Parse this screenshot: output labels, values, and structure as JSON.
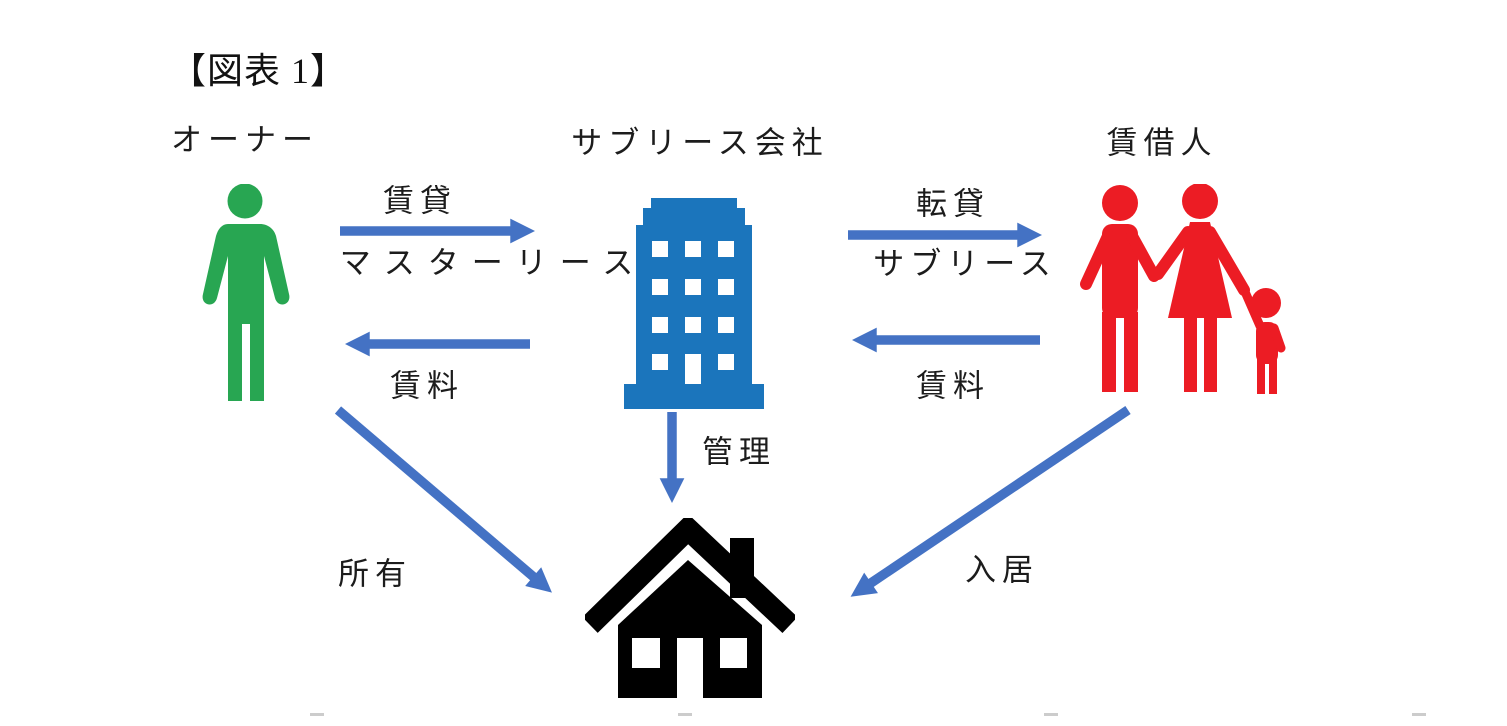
{
  "title": "【図表 1】",
  "colors": {
    "arrow": "#4472C4",
    "owner": "#28A652",
    "company": "#1B75BC",
    "tenant": "#EC1C24",
    "house": "#000000",
    "text": "#1c1c1c"
  },
  "nodes": {
    "owner": {
      "label": "オーナー",
      "icon": "person-icon"
    },
    "company": {
      "label": "サブリース会社",
      "icon": "office-building-icon"
    },
    "tenant": {
      "label": "賃借人",
      "icon": "family-icon"
    },
    "property": {
      "icon": "house-icon"
    }
  },
  "edges": {
    "lease": {
      "label_top": "賃貸",
      "label_bottom": "マスターリース",
      "from": "owner",
      "to": "company"
    },
    "rent_to_owner": {
      "label": "賃料",
      "from": "company",
      "to": "owner"
    },
    "sublease": {
      "label_top": "転貸",
      "label_bottom": "サブリース",
      "from": "company",
      "to": "tenant"
    },
    "rent_to_company": {
      "label": "賃料",
      "from": "tenant",
      "to": "company"
    },
    "manage": {
      "label": "管理",
      "from": "company",
      "to": "property"
    },
    "own": {
      "label": "所有",
      "from": "owner",
      "to": "property"
    },
    "move_in": {
      "label": "入居",
      "from": "tenant",
      "to": "property"
    }
  }
}
